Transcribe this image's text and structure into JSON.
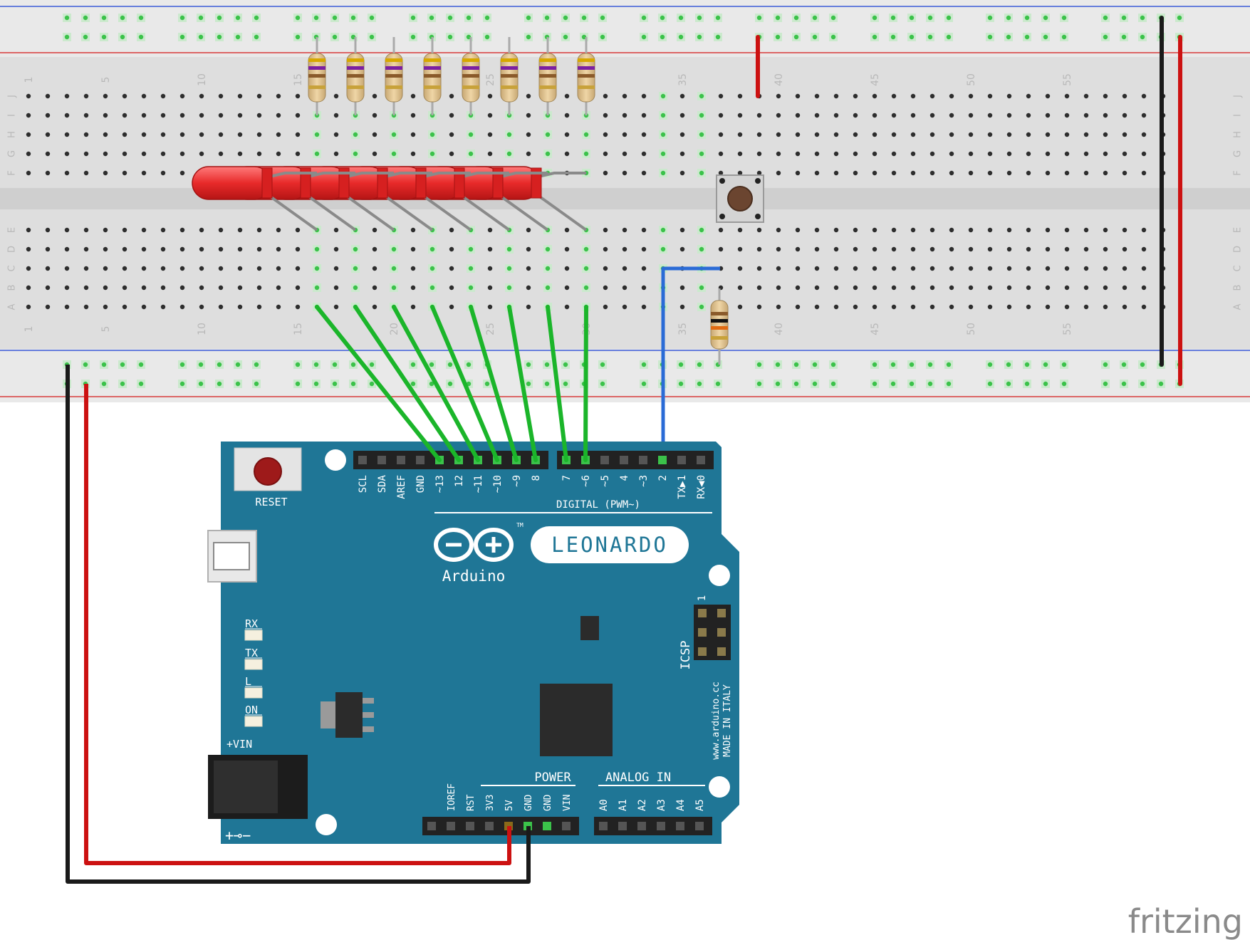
{
  "breadboard": {
    "column_numbers": [
      "1",
      "5",
      "10",
      "15",
      "20",
      "25",
      "30",
      "35",
      "40",
      "45",
      "50",
      "55"
    ],
    "row_letters_top": [
      "J",
      "I",
      "H",
      "G",
      "F"
    ],
    "row_letters_bottom": [
      "E",
      "D",
      "C",
      "B",
      "A"
    ]
  },
  "components": {
    "led_count": 8,
    "resistor_count": 8
  },
  "arduino": {
    "reset_label": "RESET",
    "logo_text": "Arduino",
    "model": "LEONARDO",
    "tm": "TM",
    "digital_label": "DIGITAL (PWM~)",
    "digital_pins": [
      "SCL",
      "SDA",
      "AREF",
      "GND",
      "~13",
      "12",
      "~11",
      "~10",
      "~9",
      "8",
      "7",
      "~6",
      "~5",
      "4",
      "~3",
      "2",
      "TX▶1",
      "RX◀0"
    ],
    "leds": [
      "RX",
      "TX",
      "L",
      "ON"
    ],
    "icsp_label": "ICSP",
    "icsp_pin1": "1",
    "website": "www.arduino.cc",
    "made_in": "MADE IN ITALY",
    "vin_label": "+VIN",
    "power_label": "POWER",
    "analog_label": "ANALOG IN",
    "power_pins": [
      "IOREF",
      "RST",
      "3V3",
      "5V",
      "GND",
      "GND",
      "VIN"
    ],
    "analog_pins": [
      "A0",
      "A1",
      "A2",
      "A3",
      "A4",
      "A5"
    ]
  },
  "watermark": "fritzing",
  "colors": {
    "board": "#1f7696",
    "wire_green": "#1bb52a",
    "wire_red": "#cc1111",
    "wire_black": "#1a1a1a",
    "wire_blue": "#2a6bd6",
    "led_red": "#e82a2a",
    "hole_active": "#3bc24a"
  }
}
